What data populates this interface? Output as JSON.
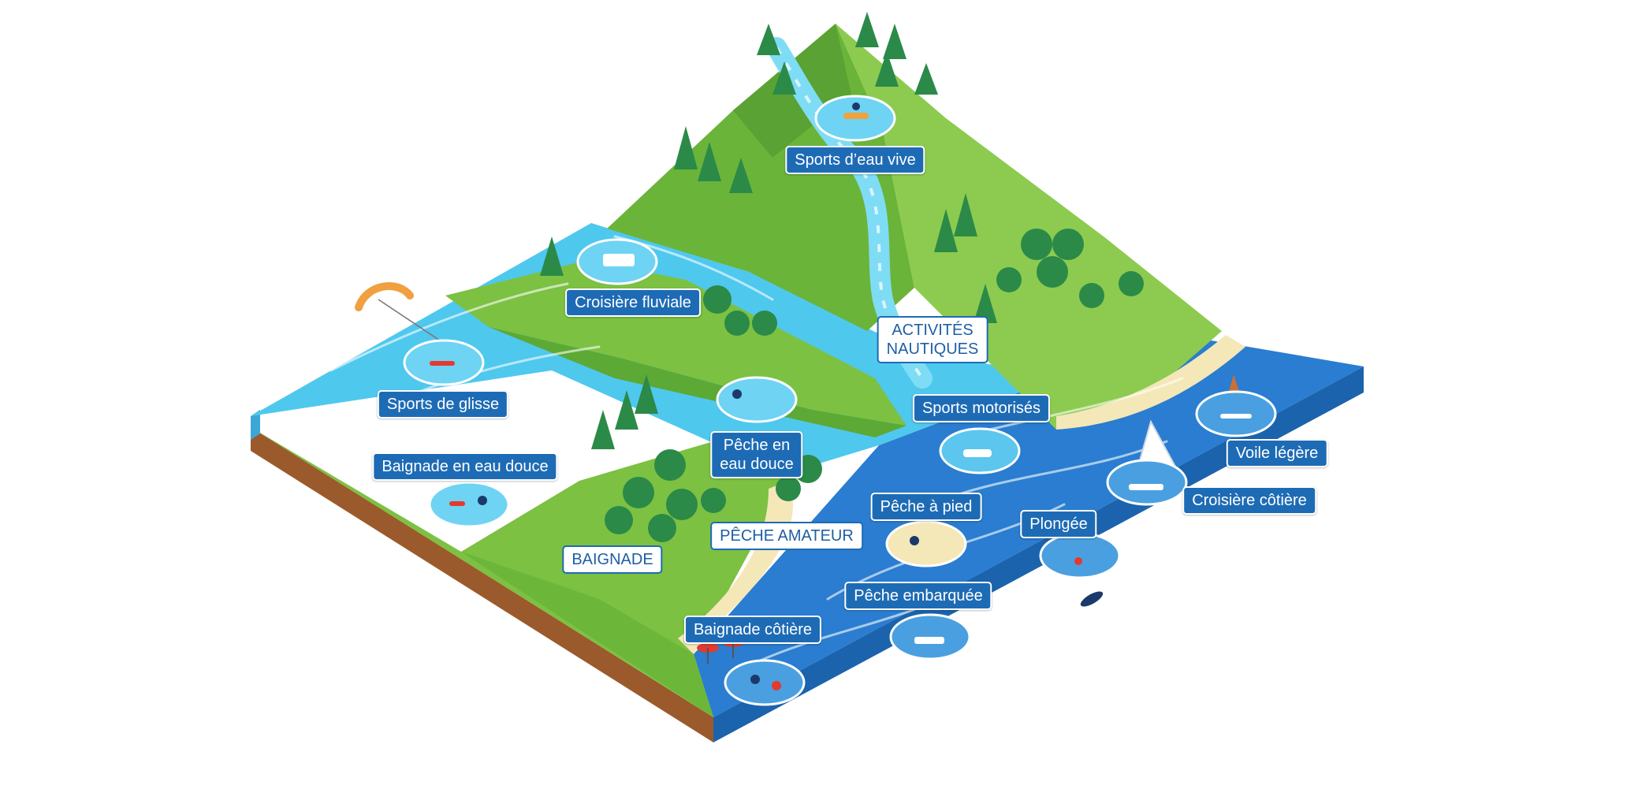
{
  "colors": {
    "sea": "#2a7dd0",
    "river": "#4fc8ee",
    "grass": "#7cc142",
    "dark_grass": "#3f9a3c",
    "tree": "#2b8a48",
    "sand": "#f4e7b8",
    "soil": "#9b5a2b",
    "label_blue": "#1e6bb5",
    "white": "#ffffff"
  },
  "categories": [
    {
      "id": "nautiques",
      "lines": [
        "ACTIVITÉS",
        "NAUTIQUES"
      ]
    },
    {
      "id": "peche",
      "lines": [
        "PÊCHE AMATEUR"
      ]
    },
    {
      "id": "baignade",
      "lines": [
        "BAIGNADE"
      ]
    }
  ],
  "activities": [
    {
      "id": "eau-vive",
      "lines": [
        "Sports d’eau vive"
      ],
      "icon": "kayak-icon"
    },
    {
      "id": "croisiere-fluviale",
      "lines": [
        "Croisière fluviale"
      ],
      "icon": "river-boat-icon"
    },
    {
      "id": "glisse",
      "lines": [
        "Sports de glisse"
      ],
      "icon": "kitesurf-icon"
    },
    {
      "id": "baignade-douce",
      "lines": [
        "Baignade en eau douce"
      ],
      "icon": "swimmer-icon"
    },
    {
      "id": "peche-douce",
      "lines": [
        "Pêche en",
        "eau douce"
      ],
      "icon": "angler-icon"
    },
    {
      "id": "motorises",
      "lines": [
        "Sports motorisés"
      ],
      "icon": "jet-ski-icon"
    },
    {
      "id": "voile",
      "lines": [
        "Voile légère"
      ],
      "icon": "catamaran-icon"
    },
    {
      "id": "croisiere-cotiere",
      "lines": [
        "Croisière côtière"
      ],
      "icon": "sailboat-icon"
    },
    {
      "id": "peche-pied",
      "lines": [
        "Pêche à pied"
      ],
      "icon": "shore-fishing-icon"
    },
    {
      "id": "plongee",
      "lines": [
        "Plongée"
      ],
      "icon": "diver-icon"
    },
    {
      "id": "peche-embarquee",
      "lines": [
        "Pêche embarquée"
      ],
      "icon": "fishing-boat-icon"
    },
    {
      "id": "baignade-cotiere",
      "lines": [
        "Baignade côtière"
      ],
      "icon": "beach-swimmers-icon"
    }
  ]
}
